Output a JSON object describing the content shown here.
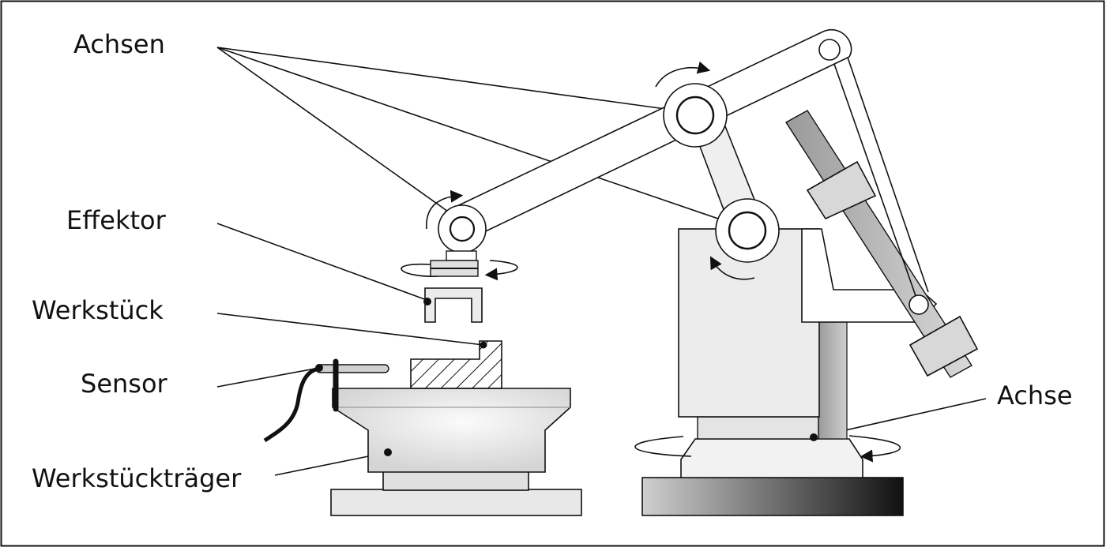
{
  "labels": {
    "achsen": "Achsen",
    "effektor": "Effektor",
    "werkstueck": "Werkstück",
    "sensor": "Sensor",
    "werkstuecktraeger": "Werkstückträger",
    "achse": "Achse"
  },
  "colors": {
    "line": "#111111",
    "light_gray": "#e6e6e6",
    "mid_gray": "#bdbdbd",
    "dark_gray": "#555555"
  }
}
